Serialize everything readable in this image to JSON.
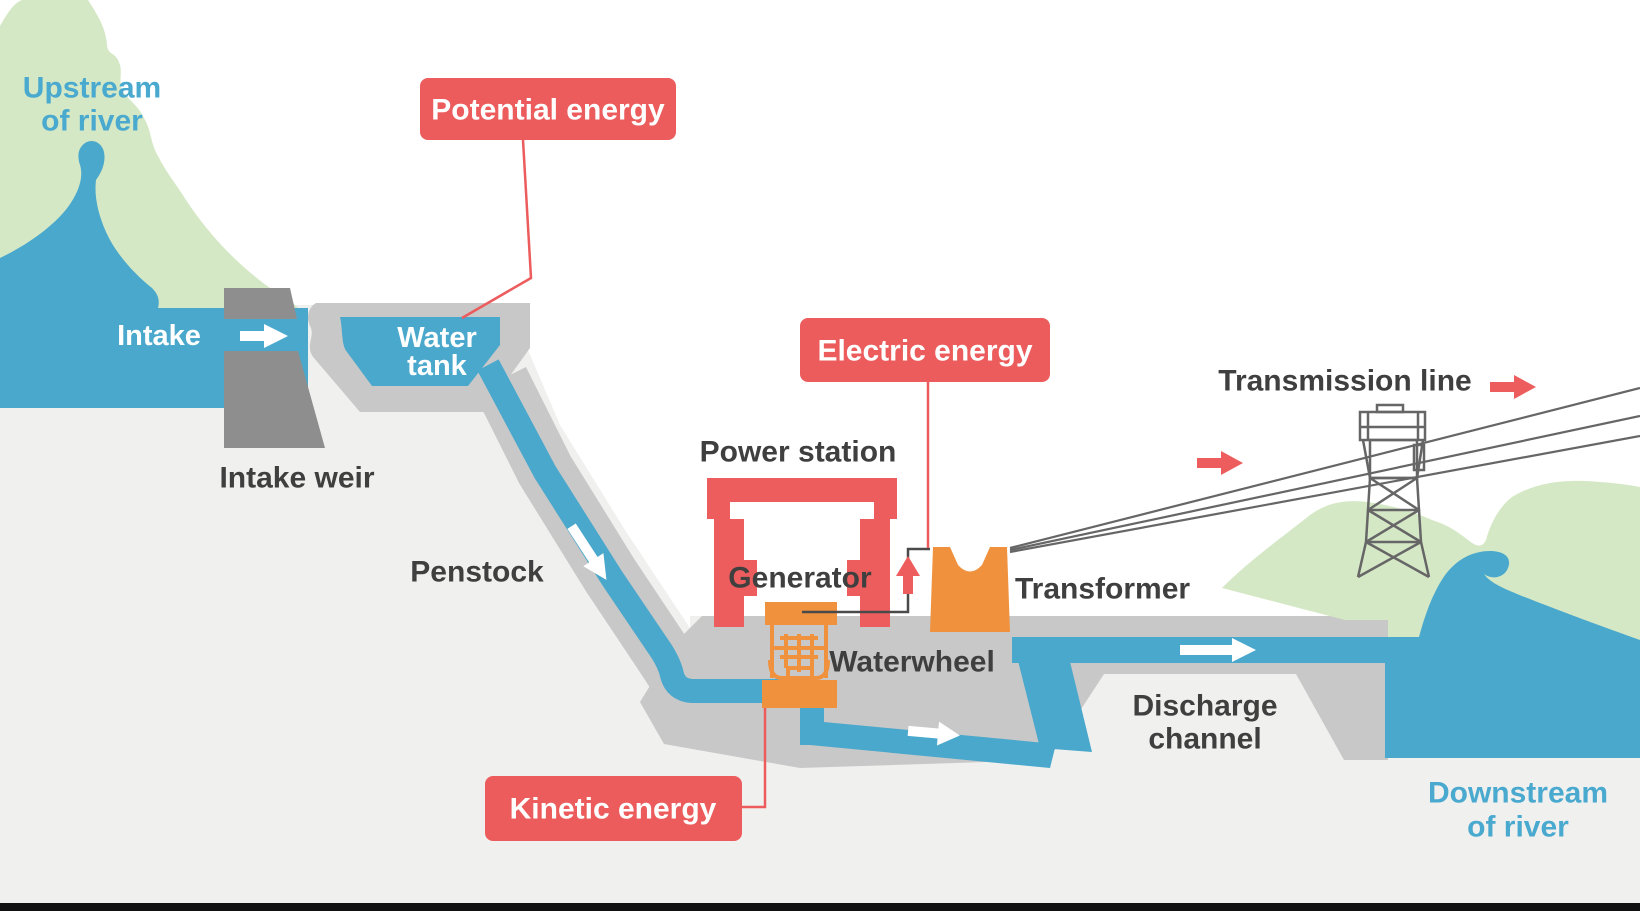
{
  "title": "Hydroelectric power generation diagram",
  "colors": {
    "background_sky": "#ffffff",
    "background_ground": "#f0f0ef",
    "water_blue": "#49a8cc",
    "mountain_green": "#d5e8c6",
    "channel_gray": "#c8c8c8",
    "weir_gray": "#8e8e8e",
    "accent_red": "#ec5c5c",
    "orange": "#f0913e",
    "wire_gray": "#666666",
    "dark_text": "#3f3f3f",
    "blue_text": "#4aa9ce"
  },
  "labels": {
    "upstream_line1": "Upstream",
    "upstream_line2": "of river",
    "intake": "Intake",
    "intake_weir": "Intake weir",
    "water_tank_line1": "Water",
    "water_tank_line2": "tank",
    "penstock": "Penstock",
    "power_station": "Power station",
    "generator": "Generator",
    "waterwheel": "Waterwheel",
    "transformer": "Transformer",
    "transmission_line": "Transmission line",
    "discharge_line1": "Discharge",
    "discharge_line2": "channel",
    "downstream_line1": "Downstream",
    "downstream_line2": "of river"
  },
  "energy_tags": {
    "potential": "Potential energy",
    "kinetic": "Kinetic energy",
    "electric": "Electric energy"
  },
  "icons": {
    "flow_arrows": [
      "intake-flow-arrow",
      "penstock-flow-arrow",
      "tailrace-flow-arrow",
      "discharge-flow-arrow"
    ],
    "energy_arrows": [
      "electric-up-arrow",
      "transmission-left-arrow",
      "transmission-right-arrow"
    ]
  }
}
